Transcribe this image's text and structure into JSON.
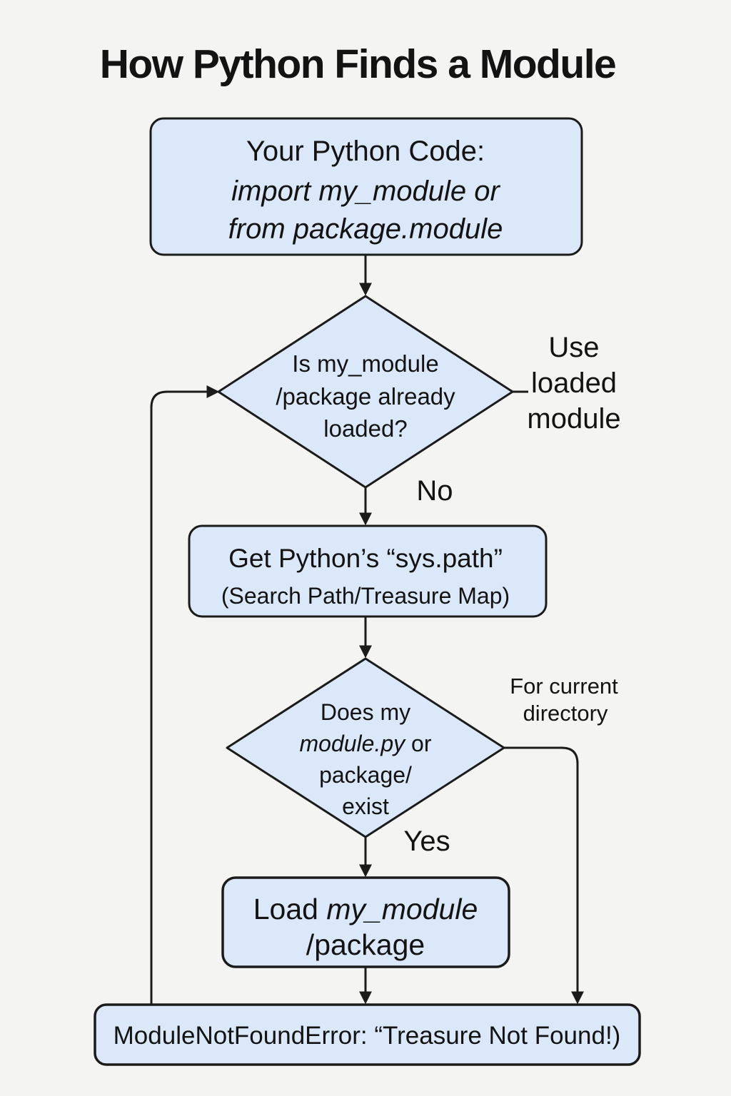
{
  "title": "How Python Finds a Module",
  "colors": {
    "background": "#f4f4f2",
    "node_fill": "#dbe8fa",
    "node_border": "#1b1b1b",
    "text": "#131313",
    "arrow": "#1b1b1b"
  },
  "nodes": {
    "start": {
      "line1": "Your Python Code:",
      "line2": "import my_module or",
      "line3": "from package.module"
    },
    "loaded_check": {
      "line1": "Is my_module",
      "line2": "/package already",
      "line3": "loaded?"
    },
    "use_loaded": {
      "line1": "Use",
      "line2": "loaded",
      "line3": "module"
    },
    "sys_path": {
      "line1": "Get Python’s “sys.path”",
      "line2": "(Search Path/Treasure Map)"
    },
    "exists_check": {
      "line1": "Does my",
      "line2_italic": "module.py",
      "line2_rest": " or",
      "line3": "package/",
      "line4": "exist"
    },
    "for_current": {
      "line1": "For current",
      "line2": "directory"
    },
    "load": {
      "line1_regular": "Load ",
      "line1_italic": "my_module",
      "line2": "/package"
    },
    "error": {
      "label": "ModuleNotFoundError: “Treasure Not Found!)"
    }
  },
  "edge_labels": {
    "no": "No",
    "yes": "Yes"
  }
}
